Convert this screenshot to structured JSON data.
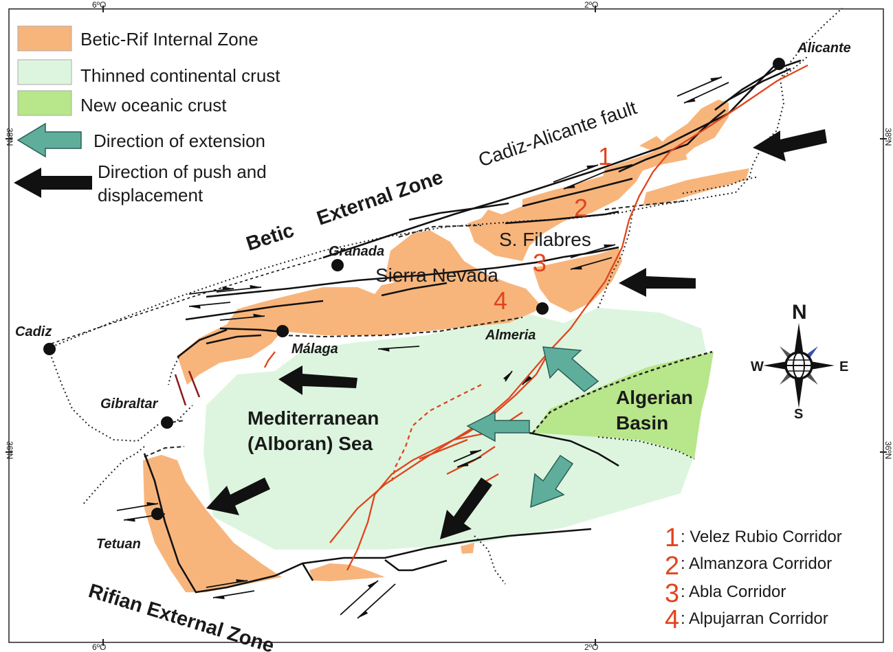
{
  "legend": {
    "internal_zone": "Betic-Rif Internal Zone",
    "thinned_crust": "Thinned continental crust",
    "oceanic_crust": "New oceanic crust",
    "extension": "Direction of extension",
    "push_line1": "Direction of push and",
    "push_line2": "displacement"
  },
  "corridors": [
    {
      "num": "1",
      "label": ": Velez Rubio Corridor"
    },
    {
      "num": "2",
      "label": ": Almanzora Corridor"
    },
    {
      "num": "3",
      "label": ": Abla Corridor"
    },
    {
      "num": "4",
      "label": ": Alpujarran Corridor"
    }
  ],
  "coords": {
    "top_left": "6ºO",
    "top_right": "2ºO",
    "bottom_left": "6ºO",
    "bottom_right": "2ºO",
    "left_upper": "38ºN",
    "left_lower": "36ºN",
    "right_upper": "38ºN",
    "right_lower": "36ºN"
  },
  "labels": {
    "betic": "Betic",
    "betic_external": "External Zone",
    "cadiz_fault": "Cadiz-Alicante fault",
    "rifian": "Rifian External Zone",
    "sierra_nevada": "Sierra Nevada",
    "s_filabres": "S. Filabres",
    "sea_line1": "Mediterranean",
    "sea_line2": "(Alboran) Sea",
    "algerian_line1": "Algerian",
    "algerian_line2": "Basin",
    "map_num_1": "1",
    "map_num_2": "2",
    "map_num_3": "3",
    "map_num_4": "4"
  },
  "cities": {
    "alicante": "Alicante",
    "granada": "Granada",
    "cadiz": "Cadiz",
    "malaga": "Málaga",
    "almeria": "Almeria",
    "gibraltar": "Gibraltar",
    "tetuan": "Tetuan"
  },
  "compass": {
    "n": "N",
    "s": "S",
    "e": "E",
    "w": "W"
  },
  "colors": {
    "internal_zone": "#f7b57c",
    "thinned_crust": "#ddf5df",
    "oceanic_crust": "#b8e68a",
    "extension_arrow": "#5fae9c",
    "push_arrow": "#111111",
    "corridor_number": "#e0441c",
    "fault_red": "#e0441c"
  }
}
